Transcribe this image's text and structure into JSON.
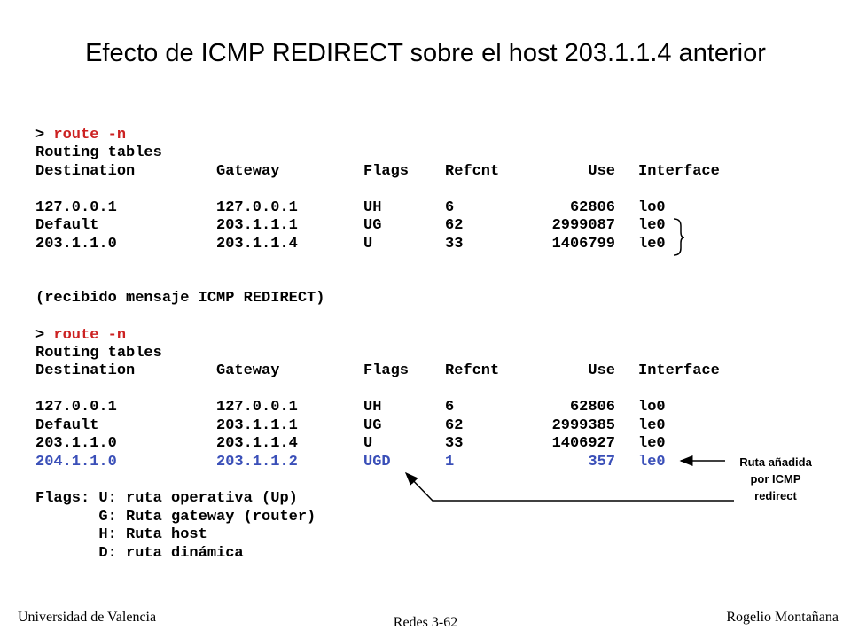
{
  "slide": {
    "title": "Efecto de ICMP REDIRECT sobre el host 203.1.1.4 anterior",
    "colors": {
      "command": "#cc2222",
      "highlight_row": "#3a4fb8",
      "text": "#000000"
    }
  },
  "block1": {
    "prompt": "> ",
    "command": "route -n",
    "caption": "Routing tables",
    "headers": [
      "Destination",
      "Gateway",
      "Flags",
      "Refcnt",
      "Use",
      "Interface"
    ],
    "rows": [
      [
        "127.0.0.1",
        "127.0.0.1",
        "UH",
        "6",
        "62806",
        "lo0"
      ],
      [
        "Default",
        "203.1.1.1",
        "UG",
        "62",
        "2999087",
        "le0"
      ],
      [
        "203.1.1.0",
        "203.1.1.4",
        "U",
        "33",
        "1406799",
        "le0"
      ]
    ]
  },
  "message": "(recibido mensaje ICMP REDIRECT)",
  "block2": {
    "prompt": "> ",
    "command": "route -n",
    "caption": "Routing tables",
    "headers": [
      "Destination",
      "Gateway",
      "Flags",
      "Refcnt",
      "Use",
      "Interface"
    ],
    "rows": [
      [
        "127.0.0.1",
        "127.0.0.1",
        "UH",
        "6",
        "62806",
        "lo0"
      ],
      [
        "Default",
        "203.1.1.1",
        "UG",
        "62",
        "2999385",
        "le0"
      ],
      [
        "203.1.1.0",
        "203.1.1.4",
        "U",
        "33",
        "1406927",
        "le0"
      ],
      [
        "204.1.1.0",
        "203.1.1.2",
        "UGD",
        "1",
        "357",
        "le0"
      ]
    ]
  },
  "flags_legend": [
    "Flags: U: ruta operativa (Up)",
    "       G: Ruta gateway (router)",
    "       H: Ruta host",
    "       D: ruta dinámica"
  ],
  "annotation": {
    "line1": "Ruta añadida",
    "line2": "por ICMP",
    "line3": "redirect"
  },
  "footer": {
    "left": "Universidad de Valencia",
    "center": "Redes 3-62",
    "right": "Rogelio Montañana"
  }
}
